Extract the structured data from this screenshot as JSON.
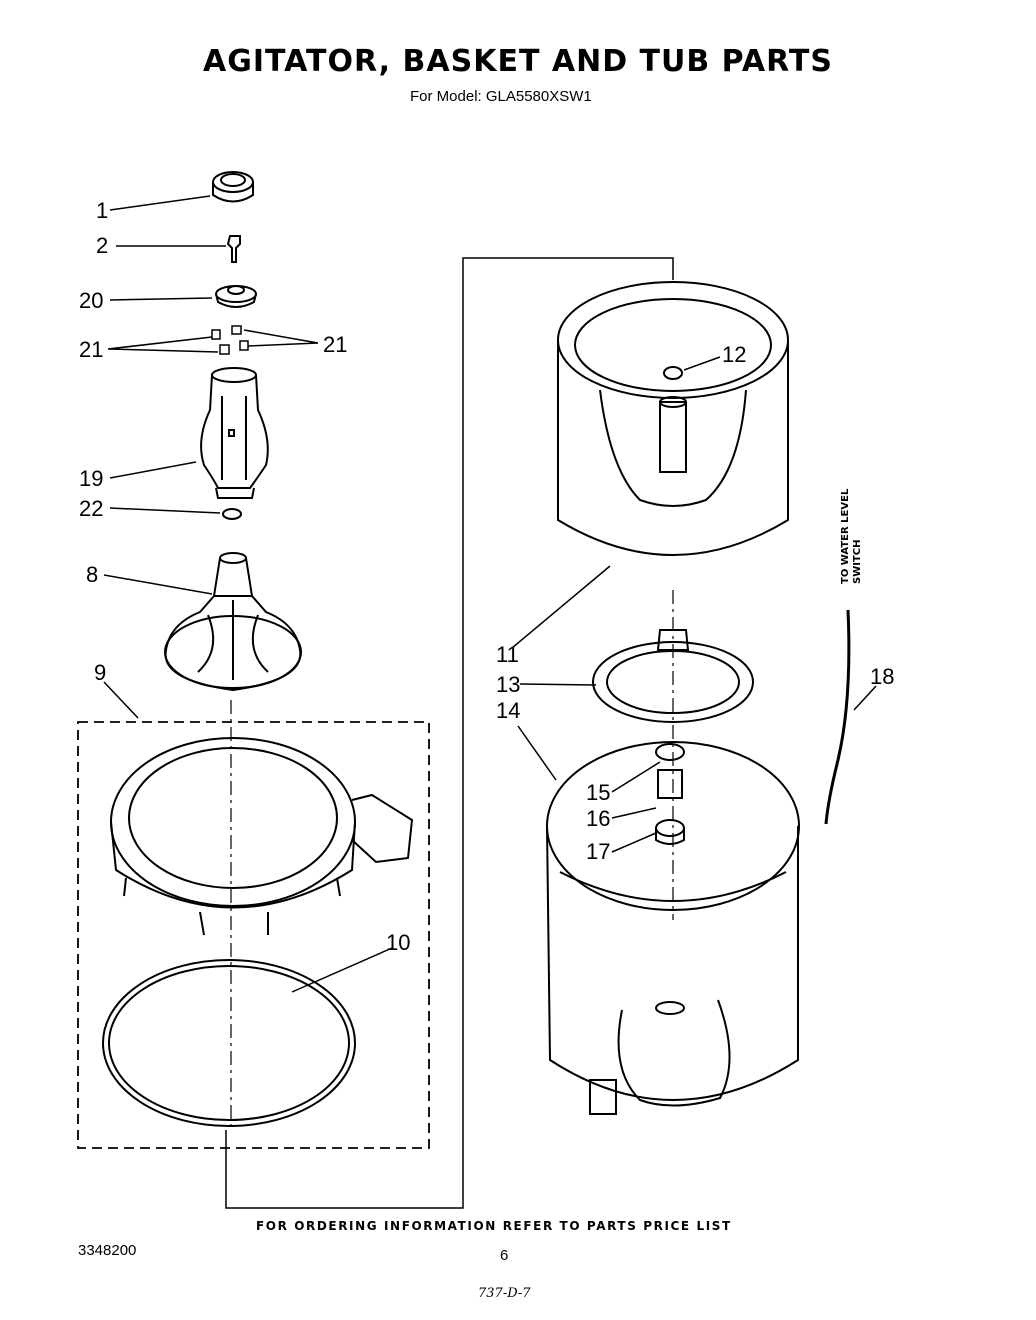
{
  "header": {
    "title": "AGITATOR, BASKET AND TUB PARTS",
    "subtitle": "For Model: GLA5580XSW1"
  },
  "footer": {
    "ordering_note": "FOR ORDERING INFORMATION REFER TO PARTS PRICE LIST",
    "document_number": "3348200",
    "page_number": "6",
    "handwritten_code": "737-D-7"
  },
  "callouts": {
    "c1": "1",
    "c2": "2",
    "c20": "20",
    "c21_left": "21",
    "c21_right": "21",
    "c19": "19",
    "c22": "22",
    "c8": "8",
    "c9": "9",
    "c10": "10",
    "c11": "11",
    "c12": "12",
    "c13": "13",
    "c14": "14",
    "c15": "15",
    "c16": "16",
    "c17": "17",
    "c18": "18"
  },
  "annotations": {
    "water_level_line1": "TO WATER LEVEL",
    "water_level_line2": "SWITCH"
  }
}
